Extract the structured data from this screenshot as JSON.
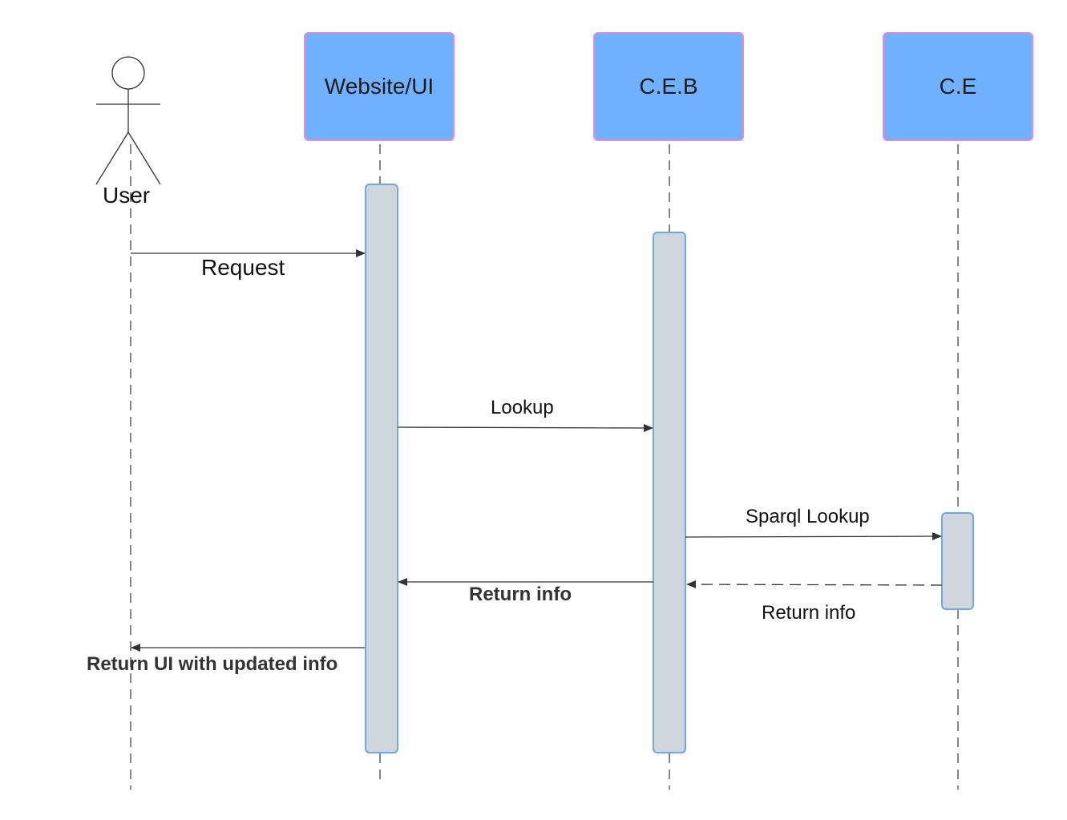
{
  "actor": {
    "label": "User"
  },
  "participants": [
    {
      "id": "website",
      "label": "Website/UI"
    },
    {
      "id": "ceb",
      "label": "C.E.B"
    },
    {
      "id": "ce",
      "label": "C.E"
    }
  ],
  "messages": [
    {
      "id": "request",
      "label": "Request",
      "from": "User",
      "to": "Website/UI",
      "style": "solid"
    },
    {
      "id": "lookup",
      "label": "Lookup",
      "from": "Website/UI",
      "to": "C.E.B",
      "style": "solid"
    },
    {
      "id": "sparql",
      "label": "Sparql Lookup",
      "from": "C.E.B",
      "to": "C.E",
      "style": "solid"
    },
    {
      "id": "return-ce",
      "label": "Return info",
      "from": "C.E",
      "to": "C.E.B",
      "style": "dashed"
    },
    {
      "id": "return-ceb",
      "label": "Return info",
      "from": "C.E.B",
      "to": "Website/UI",
      "style": "solid"
    },
    {
      "id": "return-ui",
      "label": "Return UI with updated info",
      "from": "Website/UI",
      "to": "User",
      "style": "solid"
    }
  ],
  "colors": {
    "participant_fill": "#6fb0ff",
    "participant_border": "#e58ad8",
    "activation_fill": "#cfd6de",
    "activation_border": "#6fa8e8",
    "line": "#333333"
  }
}
